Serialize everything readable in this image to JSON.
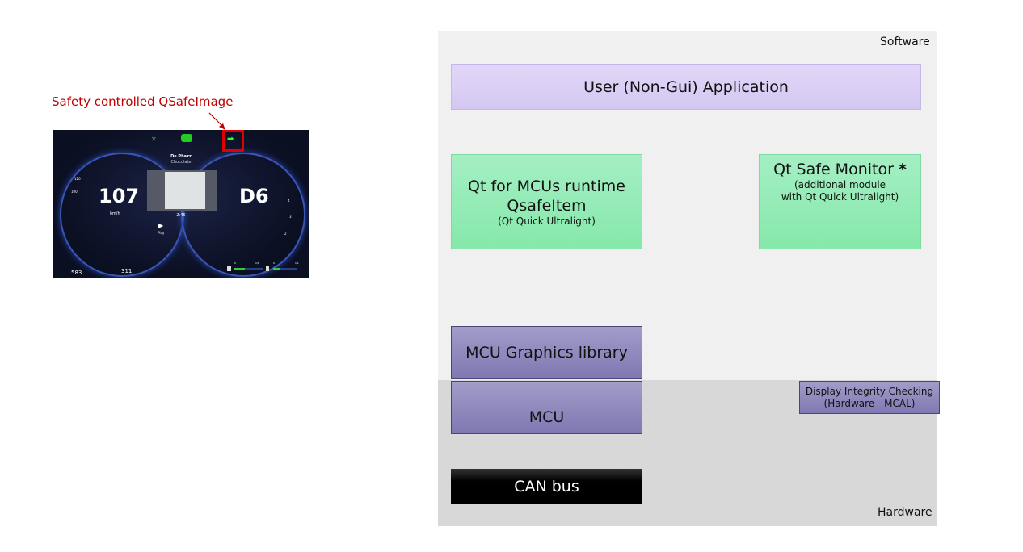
{
  "annotation": {
    "label": "Safety controlled QSafeImage",
    "color": "#c00000"
  },
  "dashboard": {
    "speed": "107",
    "speed_unit": "km/h",
    "gear": "D6",
    "track_title": "De Phazz",
    "track_subtitle": "Chocolate",
    "track_time": "2:46",
    "play_label": "Play",
    "odo_value": "583",
    "trip_value": "311",
    "gauge_ticks_left": [
      "120",
      "100"
    ],
    "gauge_ticks_right": [
      "4",
      "3",
      "2"
    ],
    "fuel_range": [
      "0",
      "1/1"
    ],
    "battery_range": [
      "0",
      "1/1"
    ],
    "safe_icon": "arrow-right-icon"
  },
  "diagram": {
    "software_label": "Software",
    "hardware_label": "Hardware",
    "user_app": "User (Non-Gui) Application",
    "qt_mcu": {
      "line1": "Qt for MCUs runtime",
      "line2": "QsafeItem",
      "line3": "(Qt Quick Ultralight)"
    },
    "safe_monitor": {
      "title": "Qt Safe Monitor",
      "star": "*",
      "line2": "(additional module",
      "line3": "with Qt Quick Ultralight)"
    },
    "mcu_graphics": "MCU Graphics library",
    "mcu": "MCU",
    "display_integrity": {
      "line1": "Display Integrity Checking",
      "line2": "(Hardware - MCAL)"
    },
    "can_bus": "CAN bus"
  },
  "colors": {
    "green": "#a4efc4",
    "purple": "#8f89bd",
    "lavender": "#dcd0f5",
    "can": "#000000"
  }
}
